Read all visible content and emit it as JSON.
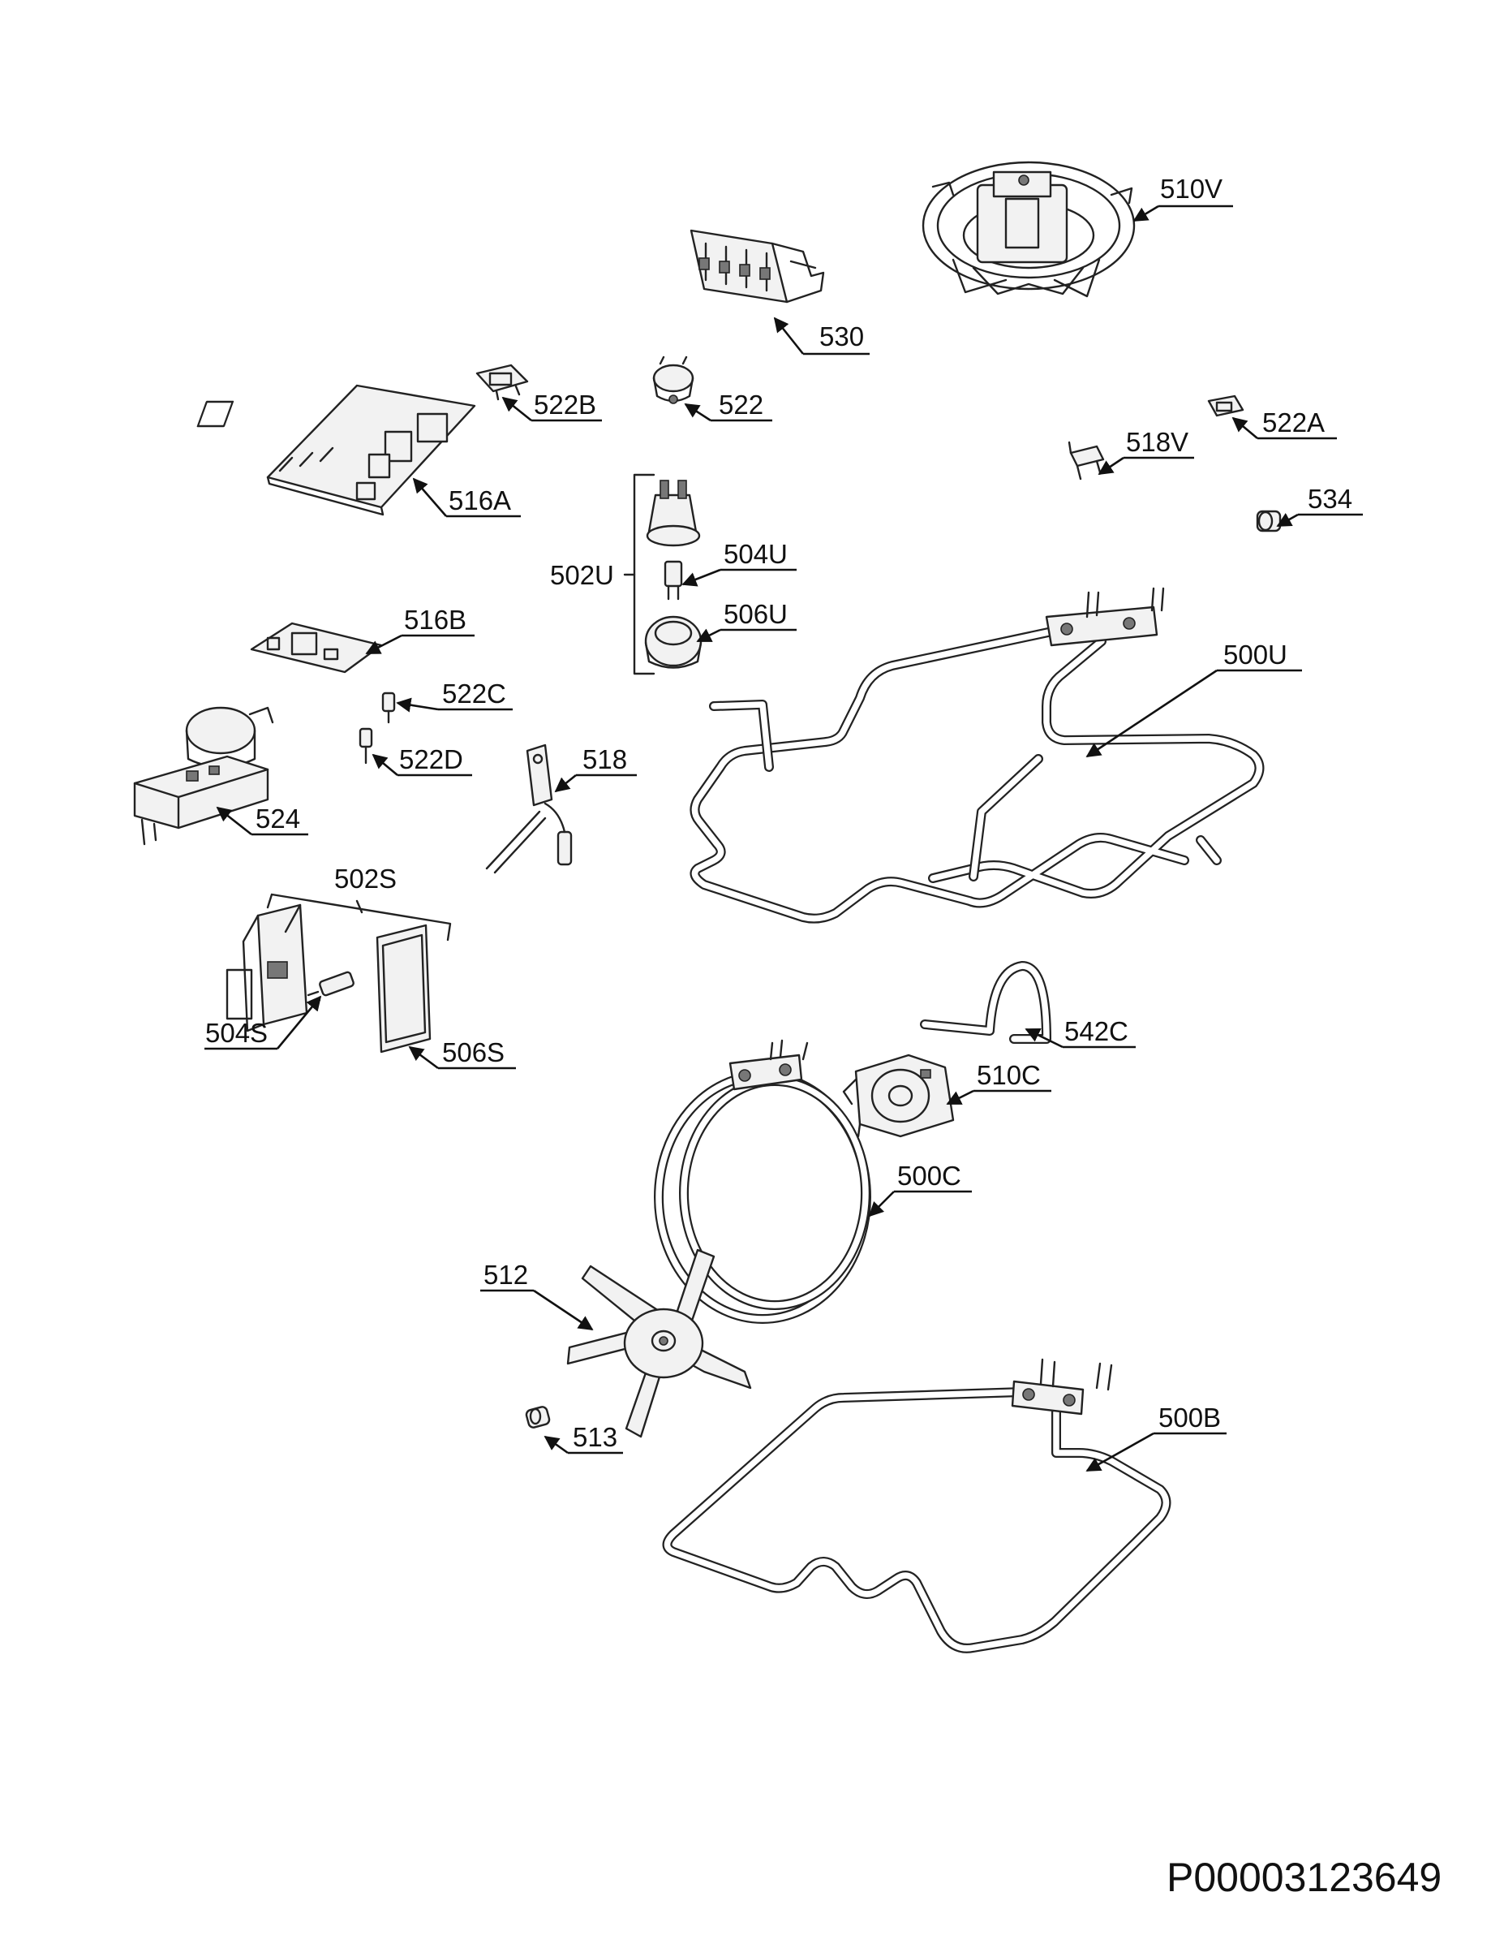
{
  "document_id": "P00003123649",
  "callouts": [
    {
      "id": "510V",
      "text": "510V"
    },
    {
      "id": "530",
      "text": "530"
    },
    {
      "id": "522B",
      "text": "522B"
    },
    {
      "id": "522",
      "text": "522"
    },
    {
      "id": "522A",
      "text": "522A"
    },
    {
      "id": "516A",
      "text": "516A"
    },
    {
      "id": "518V",
      "text": "518V"
    },
    {
      "id": "534",
      "text": "534"
    },
    {
      "id": "502U",
      "text": "502U"
    },
    {
      "id": "504U",
      "text": "504U"
    },
    {
      "id": "506U",
      "text": "506U"
    },
    {
      "id": "516B",
      "text": "516B"
    },
    {
      "id": "500U",
      "text": "500U"
    },
    {
      "id": "522C",
      "text": "522C"
    },
    {
      "id": "522D",
      "text": "522D"
    },
    {
      "id": "518",
      "text": "518"
    },
    {
      "id": "524",
      "text": "524"
    },
    {
      "id": "502S",
      "text": "502S"
    },
    {
      "id": "504S",
      "text": "504S"
    },
    {
      "id": "506S",
      "text": "506S"
    },
    {
      "id": "542C",
      "text": "542C"
    },
    {
      "id": "510C",
      "text": "510C"
    },
    {
      "id": "500C",
      "text": "500C"
    },
    {
      "id": "512",
      "text": "512"
    },
    {
      "id": "513",
      "text": "513"
    },
    {
      "id": "500B",
      "text": "500B"
    }
  ]
}
